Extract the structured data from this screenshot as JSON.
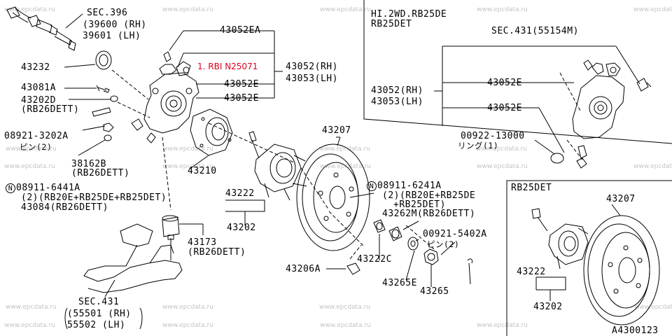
{
  "diagram": {
    "page_code": "A4300123",
    "sections": {
      "hi2wd_title": [
        "HI.2WD.RB25DE",
        "RB25DET"
      ],
      "rb25det_title": "RB25DET"
    },
    "labels": {
      "sec396": "SEC.396",
      "p39600": "(39600 (RH)",
      "p39601": " 39601 (LH)",
      "p43232": "43232",
      "p43081A": "43081A",
      "p43202D": "43202D",
      "p43202D_note": "(RB26DETT)",
      "p08921_3202A": "08921-3202A",
      "pin2_a": "ピン(2)",
      "p38162B": "38162B",
      "p38162B_note": "(RB26DETT)",
      "n_08911_6441A": "08911-6441A",
      "n_08911_6441A_note": "(2)(RB20E+RB25DE+RB25DET)",
      "p43084": "43084(RB26DETT)",
      "p43052EA": "43052EA",
      "red_note": "1. RBI N25071",
      "p43052_rh": "43052(RH)",
      "p43053_lh": "43053(LH)",
      "p43052E_1": "43052E",
      "p43052E_2": "43052E",
      "p43210": "43210",
      "p43222_left": "43222",
      "p43202_left": "43202",
      "p43207_left": "43207",
      "p43173": "43173",
      "p43173_note": "(RB26DETT)",
      "sec431_left": "SEC.431",
      "p55501": "(55501 (RH)",
      "p55502": " 55502 (LH)",
      "n_08911_6241A": "08911-6241A",
      "n_08911_6241A_note1": "(2)(RB20E+RB25DE",
      "n_08911_6241A_note2": "+RB25DET)",
      "p43262M": "43262M(RB26DETT)",
      "p00921_5402A": "00921-5402A",
      "pin2_b": "ピン(2)",
      "p43222C": "43222C",
      "p43206A": "43206A",
      "p43265E": "43265E",
      "p43265": "43265",
      "sec431_right": "SEC.431(55154M)",
      "r_43052E_1": "43052E",
      "r_43052_rh": "43052(RH)",
      "r_43053_lh": "43053(LH)",
      "r_43052E_2": "43052E",
      "r_00922_13000": "00922-13000",
      "ring1": "リング(1)",
      "r_43207": "43207",
      "r_43222": "43222",
      "r_43202": "43202"
    },
    "circle_mark": "N",
    "watermark": "www.epcdata.ru"
  }
}
